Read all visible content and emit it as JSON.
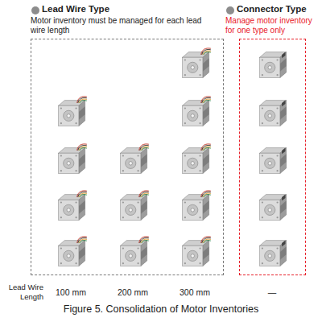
{
  "diagram": {
    "caption": "Figure 5.  Consolidation of Motor Inventories",
    "nodes": [
      {
        "text": [
          "Lead Wire Type",
          "Motor inventory must be managed for each lead wire length"
        ]
      },
      {
        "text": [
          "Connector Type",
          "Manage motor inventory for one type only"
        ]
      }
    ],
    "labels": [
      "Lead Wire Length",
      "100 mm",
      "200 mm",
      "300 mm",
      "—"
    ]
  }
}
